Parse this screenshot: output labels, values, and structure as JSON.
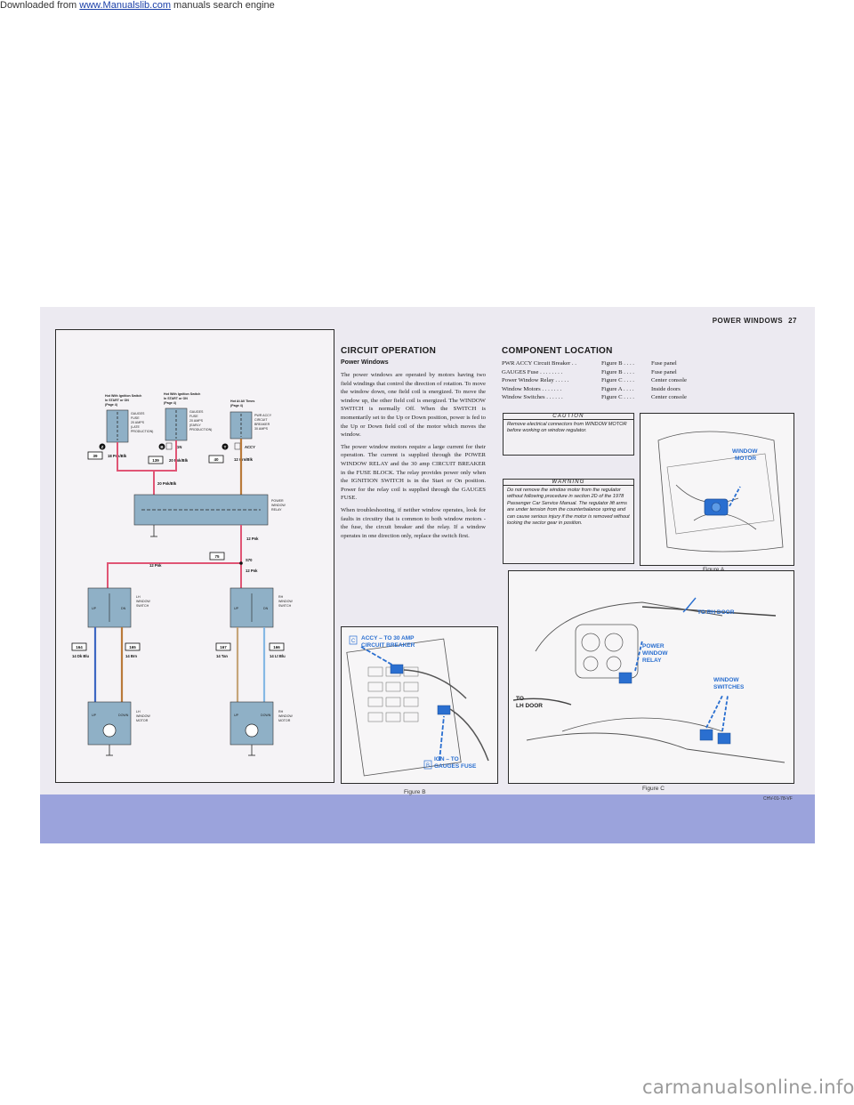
{
  "banner": {
    "prefix": "Downloaded from ",
    "link": "www.Manualslib.com",
    "suffix": " manuals search engine"
  },
  "footer_watermark": "carmanualsonline.info",
  "header": {
    "section": "POWER WINDOWS",
    "page": "27"
  },
  "diagram": {
    "feeds": [
      {
        "label_line1": "Hot With Ignition Switch",
        "label_line2": "In START or ON",
        "label_line3": "(Page 4)"
      },
      {
        "label_line1": "Hot With Ignition Switch",
        "label_line2": "In START or ON",
        "label_line3": "(Page 4)"
      },
      {
        "label_line1": "Hot At All Times",
        "label_line2": "(Page 4)",
        "label_line3": ""
      }
    ],
    "fuse1": {
      "l1": "GAUGES",
      "l2": "FUSE",
      "l3": "20 AMPS",
      "l4": "(LATE",
      "l5": "PRODUCTION)"
    },
    "fuse2": {
      "l1": "GAUGES",
      "l2": "FUSE",
      "l3": "20 AMPS",
      "l4": "(EARLY",
      "l5": "PRODUCTION)"
    },
    "breaker": {
      "l1": "PWR ACCY",
      "l2": "CIRCUIT",
      "l3": "BREAKER",
      "l4": "30 AMPS"
    },
    "ign_label": "IGN",
    "accy_label": "ACCY",
    "circuits": {
      "c39": "39",
      "c39_wire": "18 Pnk/Blk",
      "c139": "139",
      "c139_wire": "20 Pnk/Blk",
      "c40": "40",
      "c40_wire": "12 Orn/Blk",
      "relay_in": "20 Pnk/Blk",
      "c75": "75",
      "c75_wire": "12 Pnk",
      "s70": "S70",
      "right_wire_top": "12 Pnk",
      "right_wire_bottom": "12 Pnk",
      "c164": "164",
      "c164_wire": "14 Dk Blu",
      "c165": "165",
      "c165_wire": "14 Brn",
      "c167": "167",
      "c167_wire": "14 Tan",
      "c166": "166",
      "c166_wire": "14 Lt Blu"
    },
    "relay": {
      "l1": "POWER",
      "l2": "WINDOW",
      "l3": "RELAY"
    },
    "lh_switch": {
      "l1": "LH",
      "l2": "WINDOW",
      "l3": "SWITCH"
    },
    "rh_switch": {
      "l1": "RH",
      "l2": "WINDOW",
      "l3": "SWITCH"
    },
    "lh_motor": {
      "l1": "LH",
      "l2": "WINDOW",
      "l3": "MOTOR"
    },
    "rh_motor": {
      "l1": "RH",
      "l2": "WINDOW",
      "l3": "MOTOR"
    },
    "sw_up": "UP",
    "sw_dn": "DN",
    "motor_up": "UP",
    "motor_down": "DOWN",
    "markers": [
      "Z",
      "B",
      "T"
    ]
  },
  "circuit_operation": {
    "title": "CIRCUIT OPERATION",
    "subtitle": "Power Windows",
    "paragraphs": [
      "The power windows are operated by motors having two field windings that control the direction of rotation. To move the window down, one field coil is energized. To move the window up, the other field coil is energized. The WINDOW SWITCH is normally Off. When the SWITCH is momentarily set to the Up or Down position, power is fed to the Up or Down field coil of the motor which moves the window.",
      "The power window motors require a large current for their operation. The current is supplied through the POWER WINDOW RELAY and the 30 amp CIRCUIT BREAKER in the FUSE BLOCK. The relay provides power only when the IGNITION SWITCH is in the Start or On position. Power for the relay coil is supplied through the GAUGES FUSE.",
      "When troubleshooting, if neither window operates, look for faults in circuitry that is common to both window motors - the fuse, the circuit breaker and the relay. If a window operates in one direction only, replace the switch first."
    ]
  },
  "component_location": {
    "title": "COMPONENT LOCATION",
    "rows": [
      {
        "name": "PWR ACCY Circuit Breaker . .",
        "figure": "Figure B . . . .",
        "location": "Fuse panel"
      },
      {
        "name": "GAUGES Fuse . . . . . . . .",
        "figure": "Figure B . . . .",
        "location": "Fuse panel"
      },
      {
        "name": "Power Window Relay . . . . .",
        "figure": "Figure C . . . .",
        "location": "Center console"
      },
      {
        "name": "Window Motors . . . . . . .",
        "figure": "Figure A . . . .",
        "location": "Inside doors"
      },
      {
        "name": "Window Switches . . . . . .",
        "figure": "Figure C . . . .",
        "location": "Center console"
      }
    ]
  },
  "caution": {
    "heading": "CAUTION",
    "text": "Remove electrical connectors from WINDOW MOTOR before working on window regulator."
  },
  "warning": {
    "heading": "WARNING",
    "text": "Do not remove the window motor from the regulator without following procedure in section 2D of the 1978 Passenger Car Service Manual. The regulator lift arms are under tension from the counterbalance spring and can cause serious injury if the motor is removed without locking the sector gear in position."
  },
  "figure_a": {
    "caption": "Figure A",
    "label_l1": "WINDOW",
    "label_l2": "MOTOR"
  },
  "figure_b": {
    "caption": "Figure B",
    "label1_l1": "ACCY – TO 30 AMP",
    "label1_l2": "CIRCUIT BREAKER",
    "label2_l1": "IGN – TO",
    "label2_l2": "GAUGES FUSE",
    "marker1": "C",
    "marker2": "B"
  },
  "figure_c": {
    "caption": "Figure C",
    "to_rh": "TO RH DOOR",
    "to_lh_l1": "TO",
    "to_lh_l2": "LH DOOR",
    "relay_l1": "POWER",
    "relay_l2": "WINDOW",
    "relay_l3": "RELAY",
    "sw_l1": "WINDOW",
    "sw_l2": "SWITCHES"
  },
  "doc_code": "CHV-01-78-VF",
  "colors": {
    "accent_blue": "#2a6fd0",
    "wire_pink": "#e05575",
    "wire_orange": "#b97a3a",
    "wire_blue": "#3d67c2",
    "wire_tan": "#c6a57a",
    "wire_ltblue": "#86b8e4",
    "relay_fill": "#8fb0c6"
  }
}
